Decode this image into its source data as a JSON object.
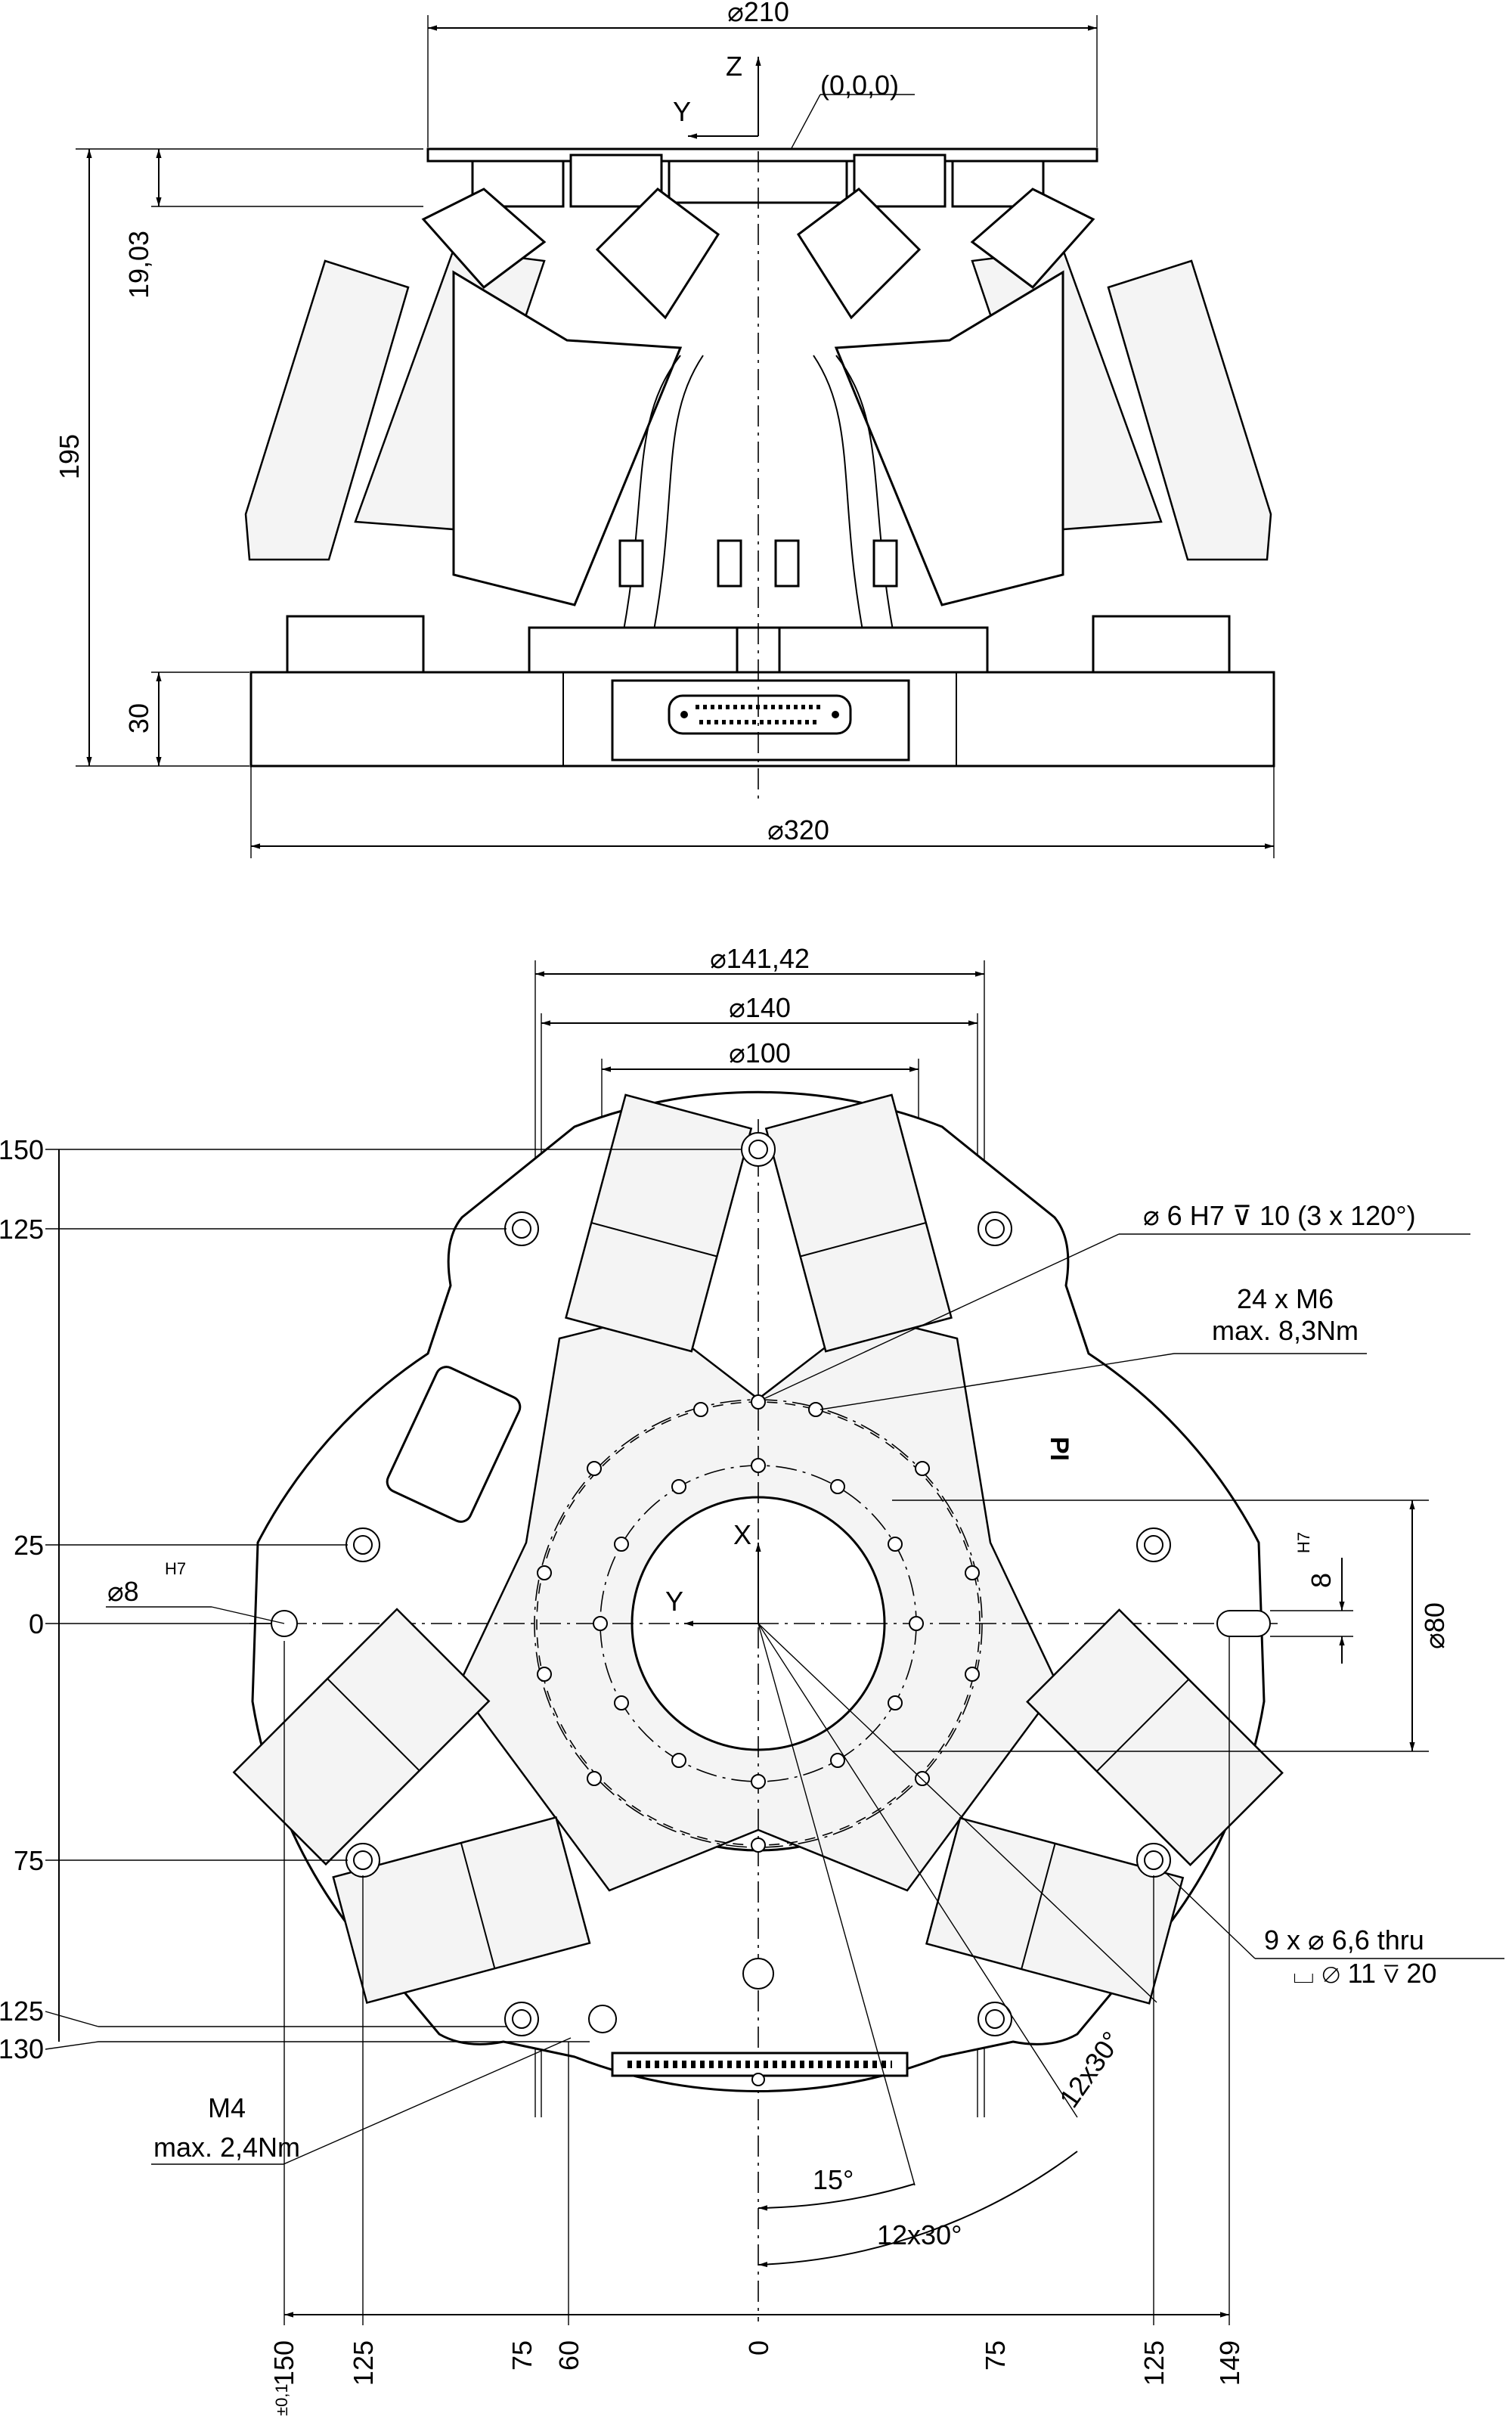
{
  "side_view": {
    "dia_top": "⌀210",
    "axis_z": "Z",
    "axis_y": "Y",
    "origin_label": "(0,0,0)",
    "dim_height_top": "19,03",
    "dim_height_total": "195",
    "dim_height_base": "30",
    "dia_base": "⌀320"
  },
  "bottom_view": {
    "dia_14142": "⌀141,42",
    "dia_140": "⌀140",
    "dia_100": "⌀100",
    "dia_80": "⌀80",
    "axis_x": "X",
    "axis_y": "Y",
    "pin_dia": "⌀8",
    "pin_tol": "H7",
    "slot_width": "8",
    "slot_tol": "H7",
    "callout_dowel": "⌀ 6 H7 ⊽ 10 (3 x 120°)",
    "callout_m6_line1": "24 x M6",
    "callout_m6_line2": "max. 8,3Nm",
    "callout_thru_line1": "9 x ⌀ 6,6 thru",
    "callout_thru_line2": "⌴ ⌀ 11 ⊽ 20",
    "callout_m4_line1": "M4",
    "callout_m4_line2": "max. 2,4Nm",
    "angle_15": "15°",
    "angle_12x30_a": "12x30°",
    "angle_12x30_b": "12x30°",
    "logo_text": "PI",
    "left_ticks": [
      "150",
      "125",
      "25",
      "0",
      "75",
      "125",
      "130"
    ],
    "bottom_ticks": [
      "150",
      "125",
      "75",
      "60",
      "0",
      "75",
      "125",
      "149"
    ],
    "bottom_tick_tol": "±0,1"
  }
}
